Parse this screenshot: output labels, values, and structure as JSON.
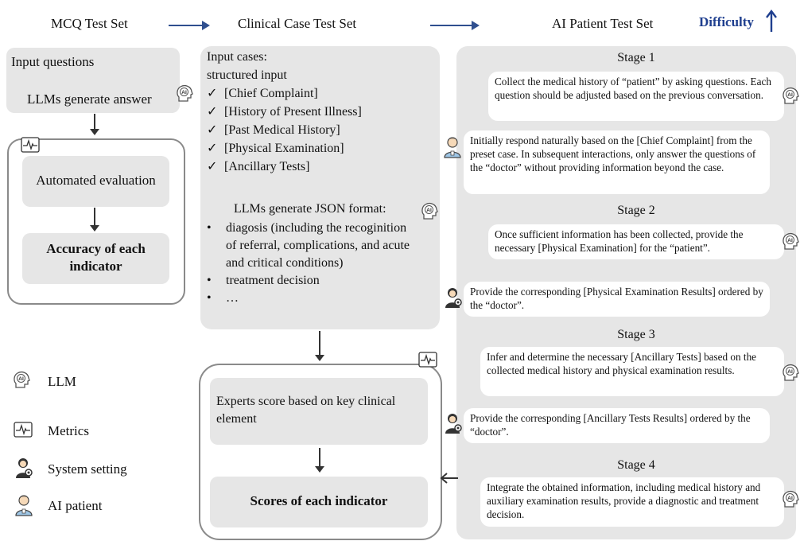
{
  "header": {
    "mcq": "MCQ Test Set",
    "clinical": "Clinical Case Test Set",
    "ai_patient": "AI Patient Test Set",
    "difficulty": "Difficulty"
  },
  "mcq": {
    "input": "Input questions",
    "generate": "LLMs generate answer",
    "evaluation": "Automated evaluation",
    "accuracy": "Accuracy of each indicator"
  },
  "clinical": {
    "input_title": "Input cases:",
    "structured": "structured input",
    "checks": [
      "[Chief Complaint]",
      "[History of Present Illness]",
      "[Past Medical History]",
      "[Physical Examination]",
      "[Ancillary Tests]"
    ],
    "json_title": "LLMs generate JSON format:",
    "bullets": [
      "diagosis (including the recoginition of referral, complications, and acute and critical conditions)",
      "treatment decision",
      "…"
    ],
    "experts": "Experts score based on key clinical element",
    "scores": "Scores of each indicator"
  },
  "ai_patient": {
    "stage1": "Stage 1",
    "s1_doctor": "Collect the medical history of “patient” by asking questions. Each question should be adjusted based on the previous conversation.",
    "s1_patient": "Initially respond naturally based on the [Chief Complaint] from the preset case. In subsequent interactions, only answer the questions of the “doctor” without providing information beyond the case.",
    "stage2": "Stage 2",
    "s2_doctor": "Once sufficient information has been collected, provide the necessary [Physical Examination] for the “patient”.",
    "s2_system": "Provide the corresponding [Physical Examination Results] ordered by the “doctor”.",
    "stage3": "Stage 3",
    "s3_doctor": "Infer and determine the necessary [Ancillary Tests] based on the collected medical history and physical examination results.",
    "s3_system": "Provide the corresponding [Ancillary Tests Results] ordered by the “doctor”.",
    "stage4": "Stage 4",
    "s4_doctor": "Integrate the obtained information, including medical history and auxiliary examination results, provide a diagnostic and treatment decision."
  },
  "legend": {
    "llm": "LLM",
    "metrics": "Metrics",
    "system": "System setting",
    "patient": "AI patient"
  },
  "icons": [
    "ai-head-icon",
    "metrics-icon",
    "system-setting-icon",
    "ai-patient-icon"
  ],
  "colors": {
    "arrow": "#2f4f8f",
    "panel": "#e6e6e6",
    "difficulty": "#1f3f8f"
  }
}
